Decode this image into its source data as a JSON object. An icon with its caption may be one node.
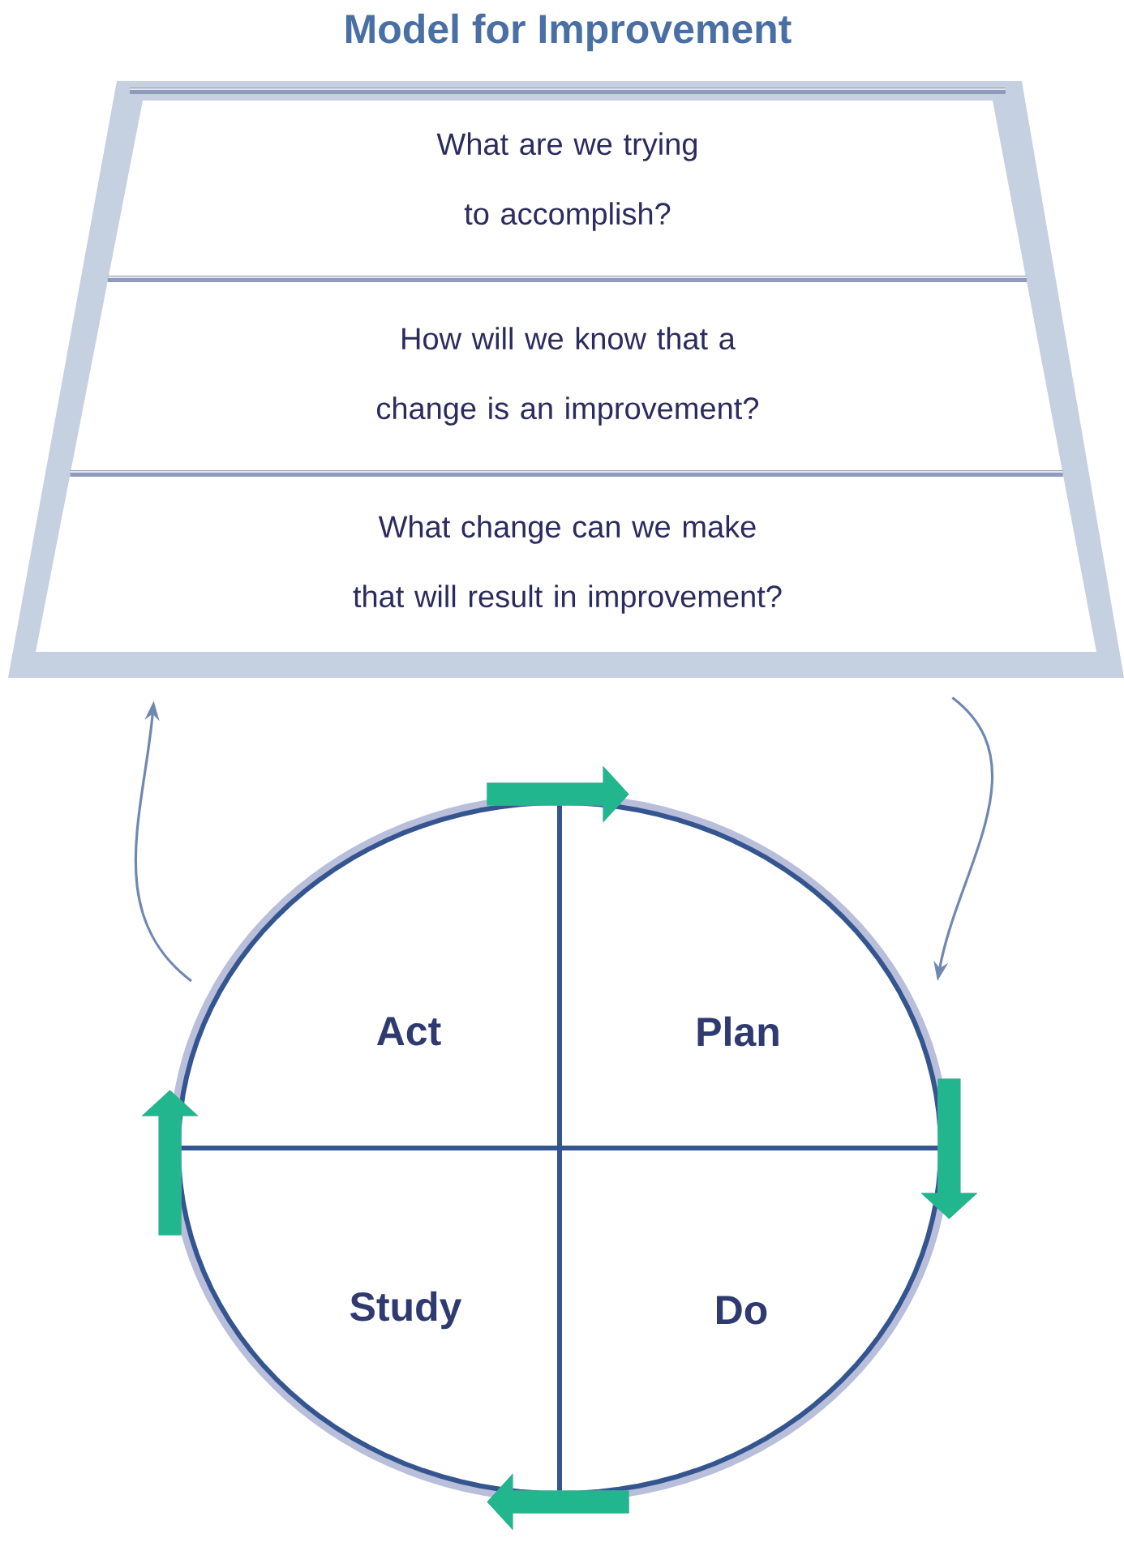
{
  "diagram": {
    "title": "Model for Improvement",
    "nodes": [
      {
        "text": [],
        "shape": "trapezoid"
      },
      {
        "text": [
          "What are we trying to accomplish?"
        ],
        "in": 0
      },
      {
        "text": [
          "How will we know that a change is an improvement?"
        ],
        "in": 0
      },
      {
        "text": [
          "What change can we make that will result in improvement?"
        ],
        "in": 0
      },
      {
        "text": [],
        "shape": "circle"
      },
      {
        "text": [
          "Act"
        ],
        "in": 4
      },
      {
        "text": [
          "Plan"
        ],
        "in": 4
      },
      {
        "text": [
          "Study"
        ],
        "in": 4
      },
      {
        "text": [
          "Do"
        ],
        "in": 4
      }
    ],
    "edges": [
      {
        "from": 0,
        "to": 4,
        "arrow": "to",
        "color": "#7088b0"
      },
      {
        "from": 4,
        "to": 0,
        "arrow": "to",
        "color": "#7088b0"
      },
      {
        "from": 5,
        "to": 6,
        "arrow": "to",
        "color": "#22b68e"
      },
      {
        "from": 6,
        "to": 8,
        "arrow": "to",
        "color": "#22b68e"
      },
      {
        "from": 8,
        "to": 7,
        "arrow": "to",
        "color": "#22b68e"
      },
      {
        "from": 7,
        "to": 5,
        "arrow": "to",
        "color": "#22b68e"
      }
    ]
  }
}
